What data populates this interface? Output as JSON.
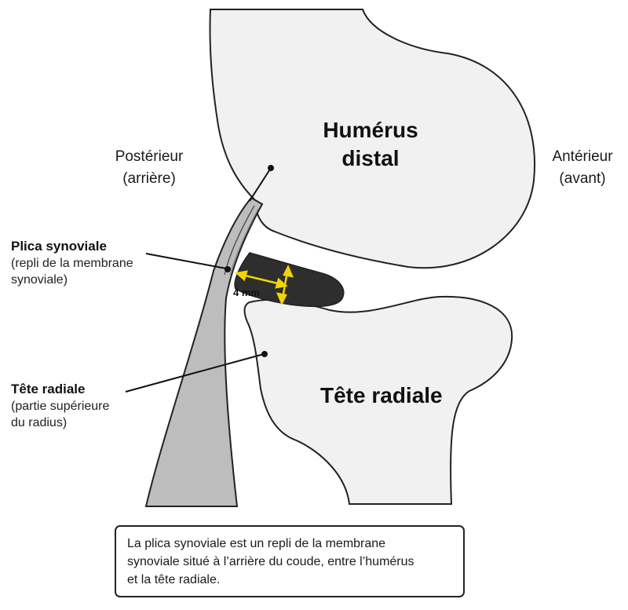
{
  "structures": {
    "humerus": {
      "line1": "Humérus",
      "line2": "distal"
    },
    "radial_head": {
      "label": "Tête radiale"
    }
  },
  "orientation": {
    "posterior": {
      "line1": "Postérieur",
      "line2": "(arrière)"
    },
    "anterior": {
      "line1": "Antérieur",
      "line2": "(avant)"
    }
  },
  "callouts": {
    "plica": {
      "title": "Plica synoviale",
      "sub1": "(repli de la membrane",
      "sub2": "synoviale)"
    },
    "radial": {
      "title": "Tête radiale",
      "sub1": "(partie supérieure",
      "sub2": "du radius)"
    }
  },
  "measurement": {
    "label": "4 mm"
  },
  "caption": {
    "line1": "La plica synoviale est un repli de la membrane",
    "line2": "synoviale situé à l’arrière du coude, entre l’humérus",
    "line3": "et la tête radiale."
  },
  "colors": {
    "bone_fill": "#f1f1f1",
    "outline": "#222222",
    "membrane": "#bdbdbd",
    "plica": "#2e2e2e",
    "measure_arrow": "#f2d400"
  }
}
